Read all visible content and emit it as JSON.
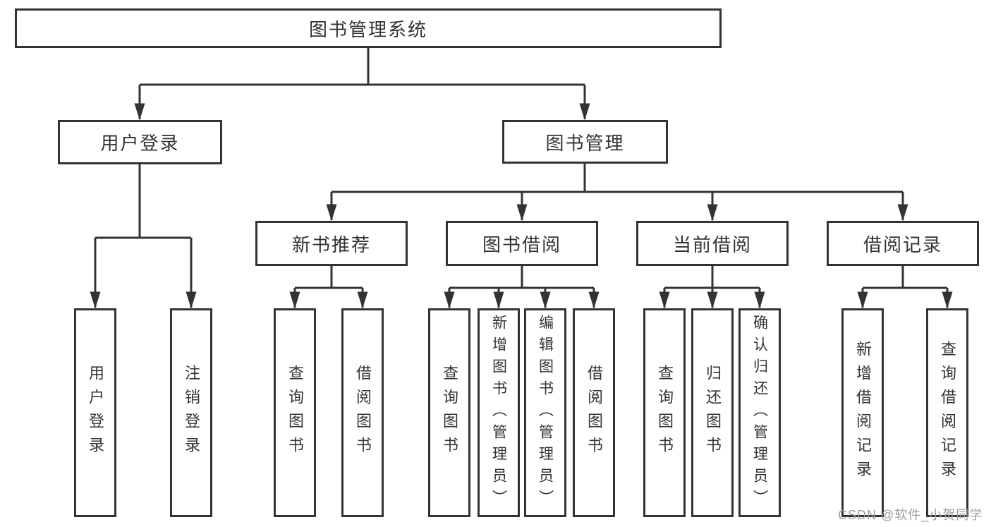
{
  "tree": {
    "label": "图书管理系统",
    "children": [
      {
        "label": "用户登录",
        "children": [
          {
            "label": "用户登录"
          },
          {
            "label": "注销登录"
          }
        ]
      },
      {
        "label": "图书管理",
        "children": [
          {
            "label": "新书推荐",
            "children": [
              {
                "label": "查询图书"
              },
              {
                "label": "借阅图书"
              }
            ]
          },
          {
            "label": "图书借阅",
            "children": [
              {
                "label": "查询图书"
              },
              {
                "label": "新增图书（管理员）"
              },
              {
                "label": "编辑图书（管理员）"
              },
              {
                "label": "借阅图书"
              }
            ]
          },
          {
            "label": "当前借阅",
            "children": [
              {
                "label": "查询图书"
              },
              {
                "label": "归还图书"
              },
              {
                "label": "确认归还（管理员）"
              }
            ]
          },
          {
            "label": "借阅记录",
            "children": [
              {
                "label": "新增借阅记录"
              },
              {
                "label": "查询借阅记录"
              }
            ]
          }
        ]
      }
    ]
  },
  "watermark": {
    "text": "CSDN @软件_小贺同学"
  },
  "colors": {
    "line": "#333333",
    "node_border": "#333333",
    "node_fill": "#ffffff",
    "text": "#333333",
    "watermark": "#9e9e9e",
    "background": "#ffffff"
  }
}
